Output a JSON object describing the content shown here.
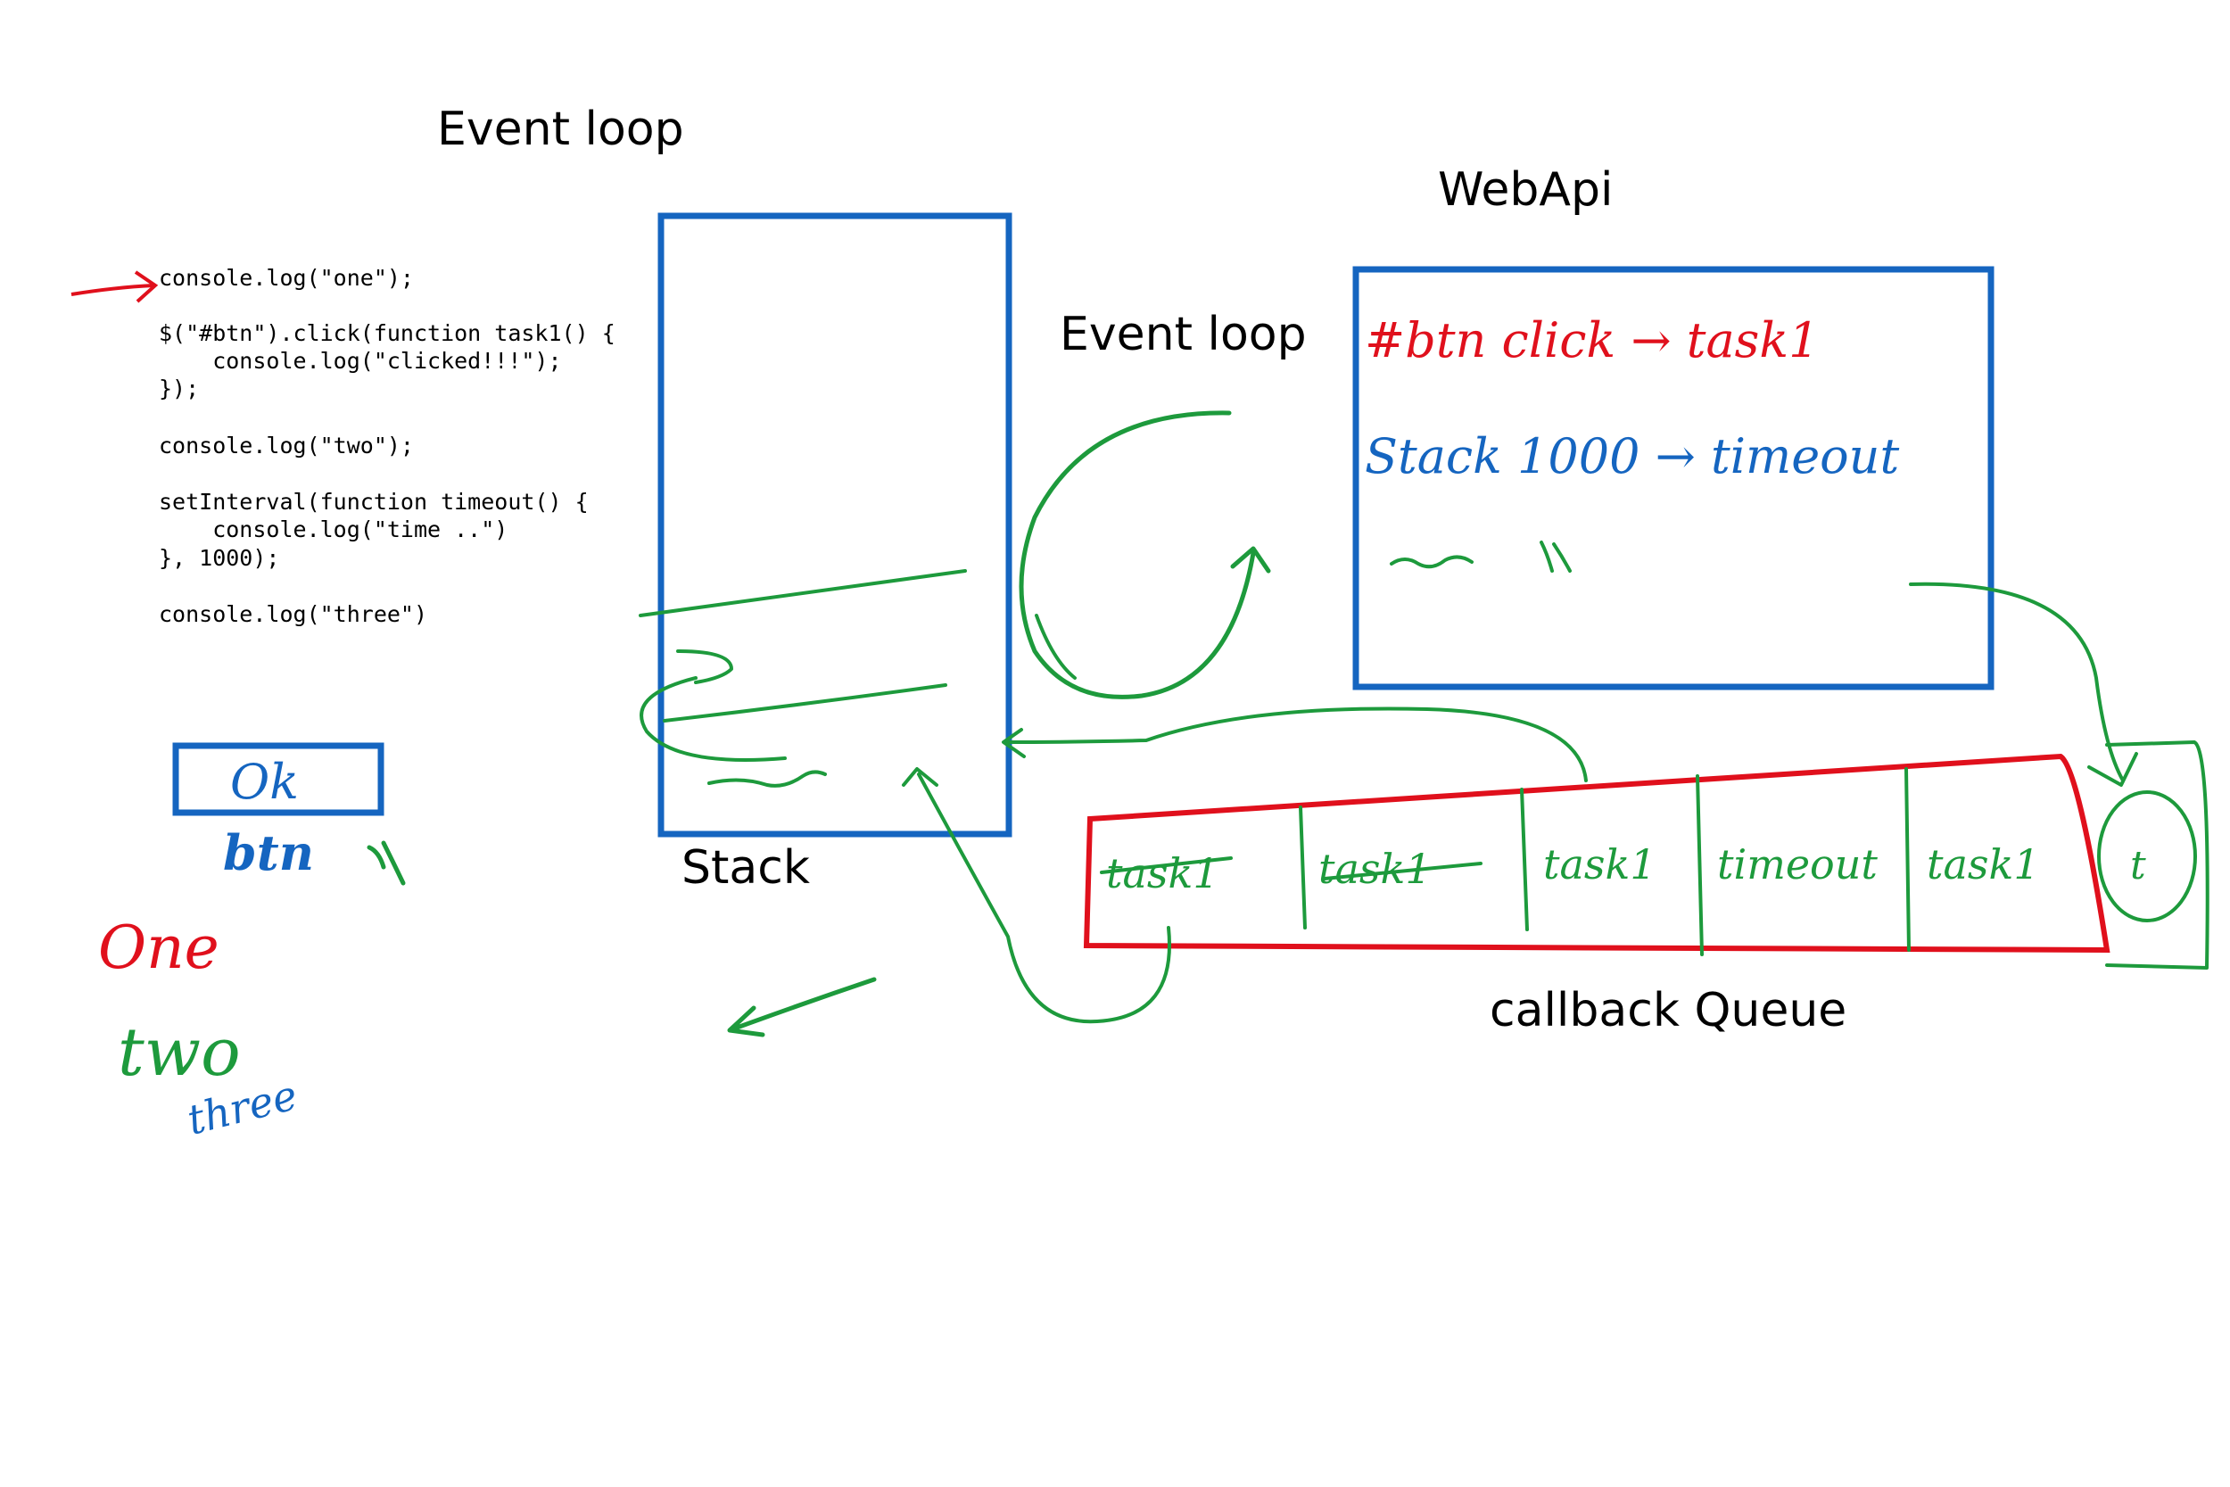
{
  "titles": {
    "main": "Event loop",
    "loop_label": "Event loop",
    "webapi": "WebApi",
    "stack": "Stack",
    "queue": "callback Queue"
  },
  "code_lines": [
    "console.log(\"one\");",
    "",
    "$(\"#btn\").click(function task1() {",
    "    console.log(\"clicked!!!\");",
    "});",
    "",
    "console.log(\"two\");",
    "",
    "setInterval(function timeout() {",
    "    console.log(\"time ..\")",
    "}, 1000);",
    "",
    "console.log(\"three\")"
  ],
  "button": {
    "label": "Ok",
    "caption": "btn"
  },
  "output": {
    "first": "One",
    "second": "two",
    "third": "three"
  },
  "webapi_entries": [
    {
      "text": "#btn click → task1",
      "color": "#e0101c"
    },
    {
      "text": "Stack 1000 → timeout",
      "color": "#1565c0"
    }
  ],
  "queue_cells": [
    "task1",
    "task1",
    "task1",
    "timeout",
    "task1",
    "t"
  ],
  "colors": {
    "stack_box": "#1565c0",
    "webapi_box": "#1565c0",
    "queue_box": "#e0101c",
    "annotations": "#1d9a3c"
  }
}
